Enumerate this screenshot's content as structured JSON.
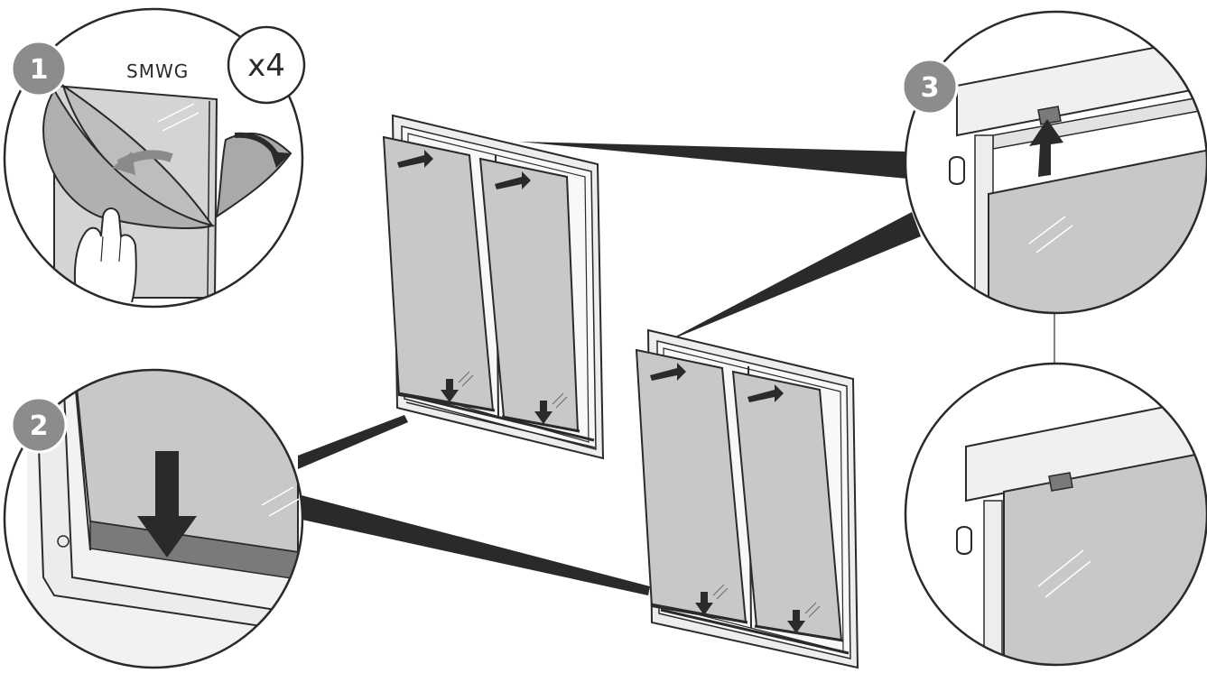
{
  "part_code": "SMWG",
  "quantity": "x4",
  "steps": [
    {
      "number": "1"
    },
    {
      "number": "2"
    },
    {
      "number": "3"
    }
  ],
  "colors": {
    "ink": "#2a2a2a",
    "glass": "#c8c8c8",
    "glass_dark": "#a9a9a9",
    "frame": "#f4f4f4",
    "step_badge": "#8c8c8c",
    "rail": "#7a7a7a"
  },
  "icons": [
    "peel-arrow-icon",
    "hand-icon",
    "press-down-arrow-icon",
    "push-up-arrow-icon",
    "slide-arrow-icon"
  ]
}
